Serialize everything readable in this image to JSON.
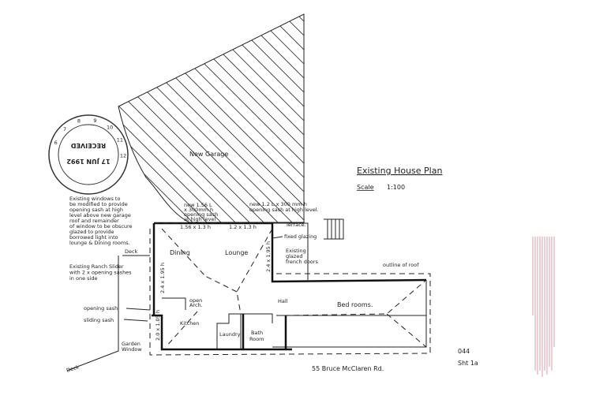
{
  "title": "Existing House Plan",
  "scale_label": "Scale",
  "scale_value": "1:100",
  "address": "55 Bruce McClaren Rd.",
  "sheet_number": "044",
  "sheet_label": "Sht 1a",
  "stamp": {
    "label": "RECEIVED",
    "date": "17 JUN 1992",
    "ring_numbers": [
      "6",
      "7",
      "8",
      "9",
      "10",
      "11",
      "12"
    ]
  },
  "rooms": {
    "garage": "New Garage",
    "dining": "Dining",
    "lounge": "Lounge",
    "kitchen": "Kitchen",
    "laundry": "Laundry",
    "bath_1": "Bath",
    "bath_2": "Room",
    "hall": "Hall",
    "bedrooms": "Bed rooms.",
    "terrace": "Terrace.",
    "deck_top": "Deck",
    "deck_bottom": "Deck"
  },
  "notes": {
    "existing_windows": [
      "Existing windows to",
      "be modified to provide",
      "opening sash at high",
      "level above new garage",
      "roof and remainder",
      "of window to be obscure",
      "glazed to provide",
      "borrowed light into",
      "lounge & Dining rooms."
    ],
    "new_sash_left": [
      "new 1.56 L",
      "x 300mm h",
      "opening sash",
      "at high level"
    ],
    "new_sash_right": [
      "new 1.2 L x 300 mm h",
      "opening sash at high level."
    ],
    "dim_dining": "1.56 x 1.3 h",
    "dim_lounge": "1.2 x 1.3 h",
    "dim_lounge_side": "2.4 x 1.95 h",
    "dim_dining_side": "2.4 x 1.95 h",
    "dim_kitchen": "2.0 x 1.05 h",
    "fixed_glazing": "fixed glazing",
    "french_doors": [
      "Existing",
      "glazed",
      "french doors"
    ],
    "outline_of_roof": "outline of roof",
    "ranch_slider": [
      "Existing Ranch Slider",
      "with 2 x opening sashes",
      "in one side"
    ],
    "opening_sash": "opening sash",
    "sliding_sash": "sliding sash",
    "garden_window": [
      "Garden",
      "Window"
    ],
    "open_arch": [
      "open",
      "Arch."
    ]
  },
  "colors": {
    "ink": "#222222",
    "watermark": "#c0506a"
  }
}
